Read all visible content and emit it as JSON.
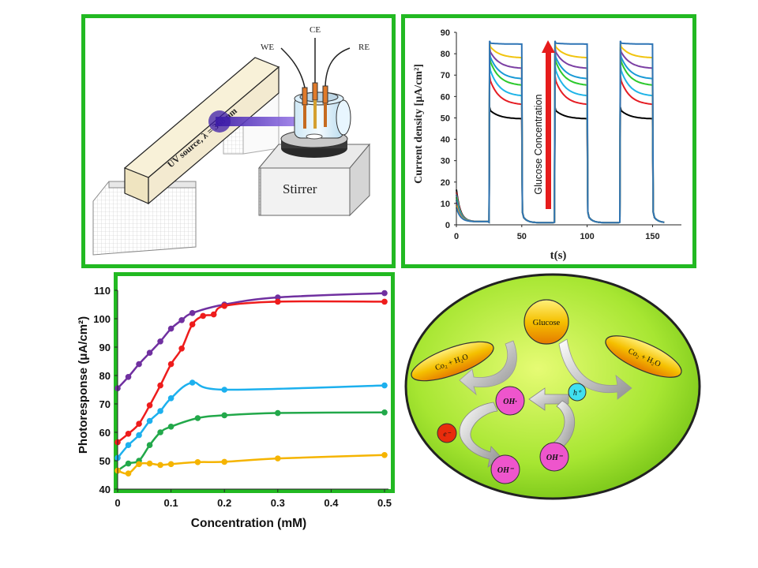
{
  "setup": {
    "uv_label": "UV source, λ = 368 nm",
    "we": "WE",
    "ce": "CE",
    "re": "RE",
    "stirrer": "Stirrer"
  },
  "colors": {
    "panel_border": "#22b922",
    "sphere": "#a7e632",
    "hole": "#ee55cc",
    "orange": "#f5a800",
    "electron": "#e82c0c"
  },
  "chart_data": [
    {
      "type": "line",
      "xlabel": "t(s)",
      "ylabel": "Current density [μA/cm²]",
      "xlim": [
        0,
        160
      ],
      "ylim": [
        0,
        90
      ],
      "xticks": [
        0,
        50,
        100,
        150
      ],
      "yticks": [
        0,
        10,
        20,
        30,
        40,
        50,
        60,
        70,
        80,
        90
      ],
      "annotation": "Glucose Concentration",
      "light_on_intervals": [
        [
          25,
          50
        ],
        [
          75,
          100
        ],
        [
          125,
          150
        ]
      ],
      "series": [
        {
          "color": "#000000",
          "on_start": 54,
          "on_end": 49.5
        },
        {
          "color": "#e51c23",
          "on_start": 69,
          "on_end": 56
        },
        {
          "color": "#1fb4e8",
          "on_start": 74,
          "on_end": 60
        },
        {
          "color": "#2cc92c",
          "on_start": 78,
          "on_end": 65
        },
        {
          "color": "#1a9ad6",
          "on_start": 80,
          "on_end": 68
        },
        {
          "color": "#7b3fa3",
          "on_start": 82,
          "on_end": 73
        },
        {
          "color": "#f1c40f",
          "on_start": 84,
          "on_end": 78
        },
        {
          "color": "#2e74b5",
          "on_start": 85,
          "on_end": 84.5
        }
      ]
    },
    {
      "type": "line",
      "xlabel": "Concentration (mM)",
      "ylabel": "Photoresponse (μA/cm²)",
      "xlim": [
        0,
        0.5
      ],
      "ylim": [
        40,
        110
      ],
      "xticks": [
        "0",
        "0.1",
        "0.2",
        "0.3",
        "0.4",
        "0.5"
      ],
      "yticks": [
        "40",
        "50",
        "60",
        "70",
        "80",
        "90",
        "100",
        "110"
      ],
      "series": [
        {
          "color": "#7030a0",
          "x": [
            0,
            0.02,
            0.04,
            0.06,
            0.08,
            0.1,
            0.12,
            0.14,
            0.2,
            0.3,
            0.5
          ],
          "y": [
            75.5,
            79.5,
            84,
            88,
            92,
            96.5,
            99.5,
            102,
            105,
            107.5,
            109
          ]
        },
        {
          "color": "#ee1c1c",
          "x": [
            0,
            0.02,
            0.04,
            0.06,
            0.08,
            0.1,
            0.12,
            0.14,
            0.16,
            0.18,
            0.2,
            0.3,
            0.5
          ],
          "y": [
            56.5,
            59.5,
            63,
            69.5,
            76.5,
            84,
            89.5,
            98,
            101,
            101.5,
            104.5,
            106,
            106
          ]
        },
        {
          "color": "#1cb0ee",
          "x": [
            0,
            0.02,
            0.04,
            0.06,
            0.08,
            0.1,
            0.14,
            0.2,
            0.5
          ],
          "y": [
            51,
            55.5,
            59,
            64,
            67.5,
            72,
            77.5,
            75,
            76.5
          ]
        },
        {
          "color": "#22a84a",
          "x": [
            0,
            0.02,
            0.04,
            0.06,
            0.08,
            0.1,
            0.15,
            0.2,
            0.3,
            0.5
          ],
          "y": [
            46.5,
            49,
            50,
            55.5,
            60,
            62,
            65,
            66,
            66.8,
            67
          ]
        },
        {
          "color": "#f5b400",
          "x": [
            0,
            0.02,
            0.04,
            0.06,
            0.08,
            0.1,
            0.15,
            0.2,
            0.3,
            0.5
          ],
          "y": [
            46.5,
            45.5,
            48.8,
            49,
            48.5,
            48.8,
            49.5,
            49.6,
            50.8,
            52
          ]
        }
      ]
    }
  ],
  "mechanism": {
    "glucose": "Glucose",
    "product_left": "Co₂ + H₂O",
    "product_right": "Co₂ + H₂O",
    "hole": "h⁺",
    "oh_radical": "OH·",
    "electron": "e⁻",
    "oh_minus_bottom": "OH⁻",
    "oh_minus_right": "OH⁻"
  }
}
